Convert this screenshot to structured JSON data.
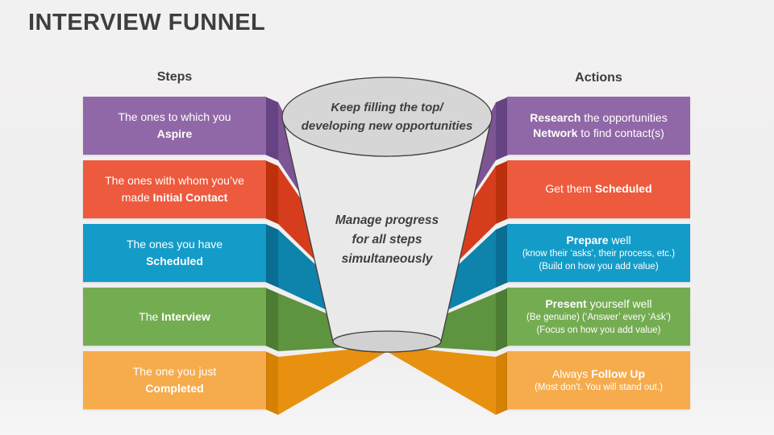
{
  "title": "INTERVIEW FUNNEL",
  "headers": {
    "left": "Steps",
    "right": "Actions"
  },
  "funnel": {
    "top_text": [
      "Keep filling the top/",
      "developing new opportunities"
    ],
    "body_text": [
      "Manage progress",
      "for all steps",
      "simultaneously"
    ]
  },
  "colors": {
    "purple": {
      "flat": "#9168A7",
      "bevel": "#664483",
      "side": "#7D5494"
    },
    "red": {
      "flat": "#EE5A3D",
      "bevel": "#BD300E",
      "side": "#D63D1C"
    },
    "blue": {
      "flat": "#149CC9",
      "bevel": "#0A6D94",
      "side": "#0E83AC"
    },
    "green": {
      "flat": "#74AC52",
      "bevel": "#4D7D33",
      "side": "#5E9340"
    },
    "orange": {
      "flat": "#F6AC4D",
      "bevel": "#D58104",
      "side": "#E89110"
    },
    "funnel_body": "#EAE9E9",
    "funnel_top": "#D7D6D6",
    "funnel_bottom": "#D2D1D1",
    "outline": "#3F3F3F",
    "text_on_bar": "#FFFFFF"
  },
  "rows": [
    {
      "color": "purple",
      "left": [
        {
          "segs": [
            {
              "t": "The ones to which you"
            }
          ]
        },
        {
          "segs": [
            {
              "t": "Aspire",
              "b": true
            }
          ]
        }
      ],
      "right": [
        {
          "segs": [
            {
              "t": "Research",
              "b": true
            },
            {
              "t": " the opportunities"
            }
          ]
        },
        {
          "segs": [
            {
              "t": "Network",
              "b": true
            },
            {
              "t": " to find contact(s)"
            }
          ]
        }
      ]
    },
    {
      "color": "red",
      "left": [
        {
          "segs": [
            {
              "t": "The ones with whom you’ve"
            }
          ]
        },
        {
          "segs": [
            {
              "t": "made "
            },
            {
              "t": "Initial Contact",
              "b": true
            }
          ]
        }
      ],
      "right": [
        {
          "segs": [
            {
              "t": "Get them "
            },
            {
              "t": "Scheduled",
              "b": true
            }
          ]
        }
      ]
    },
    {
      "color": "blue",
      "left": [
        {
          "segs": [
            {
              "t": "The ones you have"
            }
          ]
        },
        {
          "segs": [
            {
              "t": "Scheduled",
              "b": true
            }
          ]
        }
      ],
      "right": [
        {
          "segs": [
            {
              "t": "Prepare",
              "b": true
            },
            {
              "t": " well"
            }
          ]
        },
        {
          "segs": [
            {
              "t": "(know their ‘asks’, their process, etc.)"
            }
          ],
          "small": true
        },
        {
          "segs": [
            {
              "t": "(Build on how you add value)"
            }
          ],
          "small": true
        }
      ]
    },
    {
      "color": "green",
      "left": [
        {
          "segs": [
            {
              "t": "The "
            },
            {
              "t": "Interview",
              "b": true
            }
          ]
        }
      ],
      "right": [
        {
          "segs": [
            {
              "t": "Present",
              "b": true
            },
            {
              "t": " yourself well"
            }
          ]
        },
        {
          "segs": [
            {
              "t": "(Be genuine) (‘Answer’ every ‘Ask’)"
            }
          ],
          "small": true
        },
        {
          "segs": [
            {
              "t": "(Focus on how you add value)"
            }
          ],
          "small": true
        }
      ]
    },
    {
      "color": "orange",
      "left": [
        {
          "segs": [
            {
              "t": "The one you just"
            }
          ]
        },
        {
          "segs": [
            {
              "t": "Completed",
              "b": true
            }
          ]
        }
      ],
      "right": [
        {
          "segs": [
            {
              "t": "Always "
            },
            {
              "t": "Follow Up",
              "b": true
            }
          ]
        },
        {
          "segs": [
            {
              "t": "(Most don't. You will stand out.)"
            }
          ],
          "small": true
        }
      ]
    }
  ]
}
